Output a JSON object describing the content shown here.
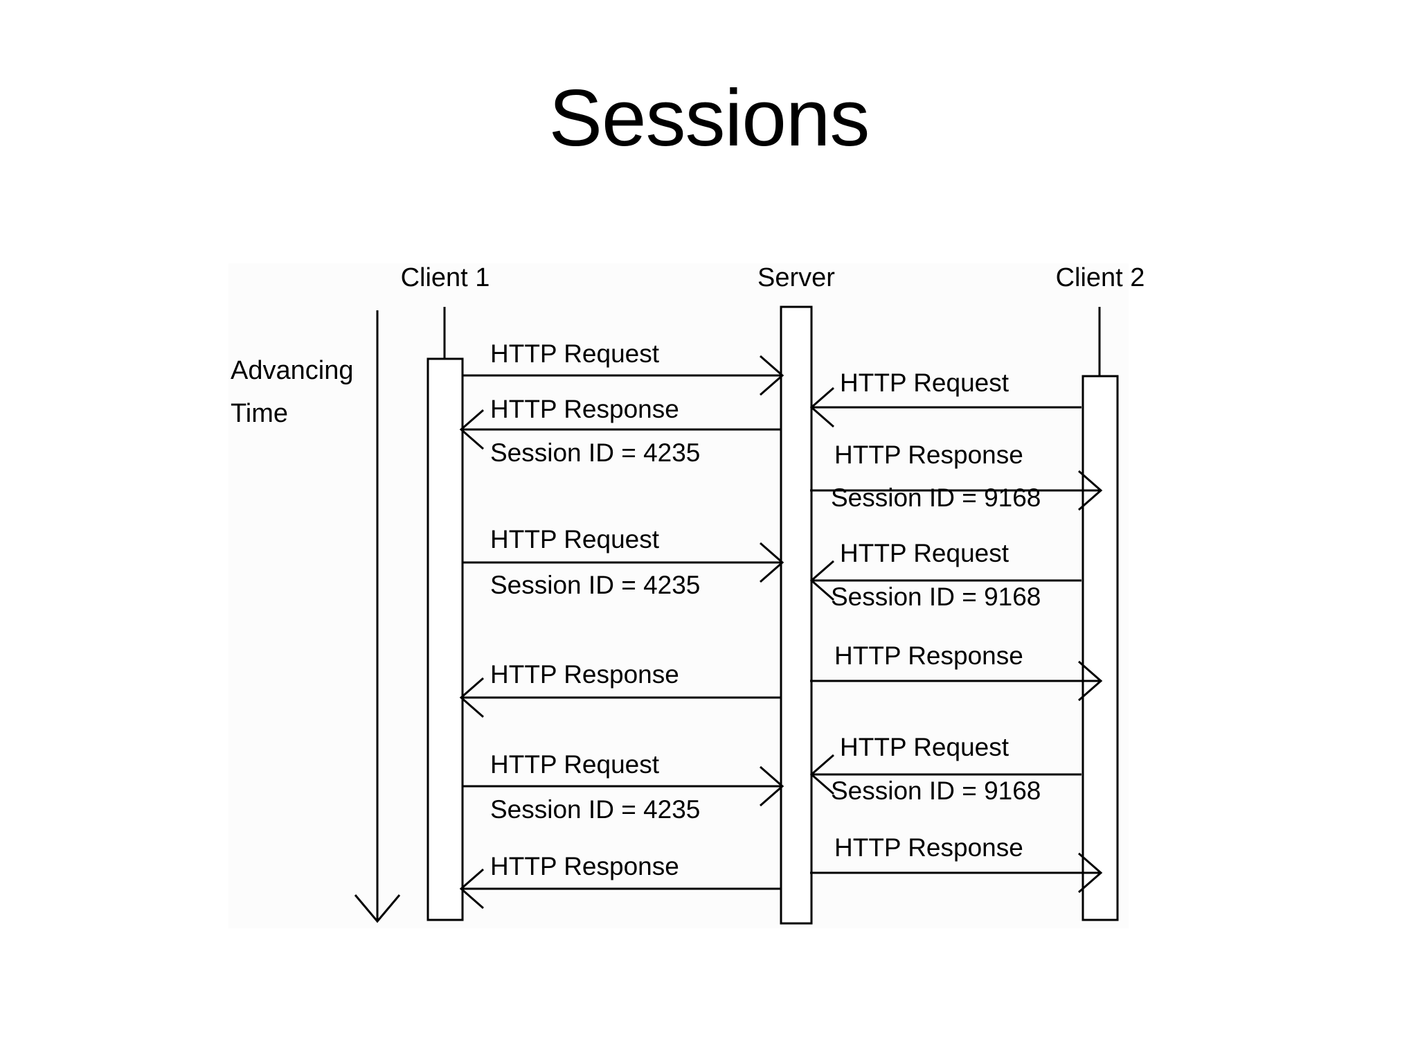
{
  "slide": {
    "title": "Sessions",
    "background_color": "#ffffff",
    "diagram_background_color": "#fcfcfc",
    "line_color": "#000000"
  },
  "diagram": {
    "type": "uml-sequence-diagram",
    "time_axis": {
      "label_line_1": "Advancing",
      "label_line_2": "Time",
      "direction": "downward"
    },
    "lifelines": [
      {
        "name": "client-1",
        "label": "Client 1"
      },
      {
        "name": "server",
        "label": "Server"
      },
      {
        "name": "client-2",
        "label": "Client 2"
      }
    ],
    "messages": [
      {
        "id": "m1",
        "from": "client-1",
        "to": "server",
        "direction": "right",
        "label": "HTTP Request",
        "sublabel": ""
      },
      {
        "id": "m2",
        "from": "client-2",
        "to": "server",
        "direction": "left",
        "label": "HTTP Request",
        "sublabel": ""
      },
      {
        "id": "m3",
        "from": "server",
        "to": "client-1",
        "direction": "left",
        "label": "HTTP Response",
        "sublabel": "Session ID = 4235"
      },
      {
        "id": "m4",
        "from": "server",
        "to": "client-2",
        "direction": "right",
        "label": "HTTP Response",
        "sublabel": "Session ID = 9168"
      },
      {
        "id": "m5",
        "from": "client-1",
        "to": "server",
        "direction": "right",
        "label": "HTTP Request",
        "sublabel": "Session ID = 4235"
      },
      {
        "id": "m6",
        "from": "client-2",
        "to": "server",
        "direction": "left",
        "label": "HTTP Request",
        "sublabel": "Session ID = 9168"
      },
      {
        "id": "m7",
        "from": "server",
        "to": "client-2",
        "direction": "right",
        "label": "HTTP Response",
        "sublabel": ""
      },
      {
        "id": "m8",
        "from": "server",
        "to": "client-1",
        "direction": "left",
        "label": "HTTP Response",
        "sublabel": ""
      },
      {
        "id": "m9",
        "from": "client-2",
        "to": "server",
        "direction": "left",
        "label": "HTTP Request",
        "sublabel": "Session ID = 9168"
      },
      {
        "id": "m10",
        "from": "client-1",
        "to": "server",
        "direction": "right",
        "label": "HTTP Request",
        "sublabel": "Session ID = 4235"
      },
      {
        "id": "m11",
        "from": "server",
        "to": "client-2",
        "direction": "right",
        "label": "HTTP Response",
        "sublabel": ""
      },
      {
        "id": "m12",
        "from": "server",
        "to": "client-1",
        "direction": "left",
        "label": "HTTP Response",
        "sublabel": ""
      }
    ]
  }
}
